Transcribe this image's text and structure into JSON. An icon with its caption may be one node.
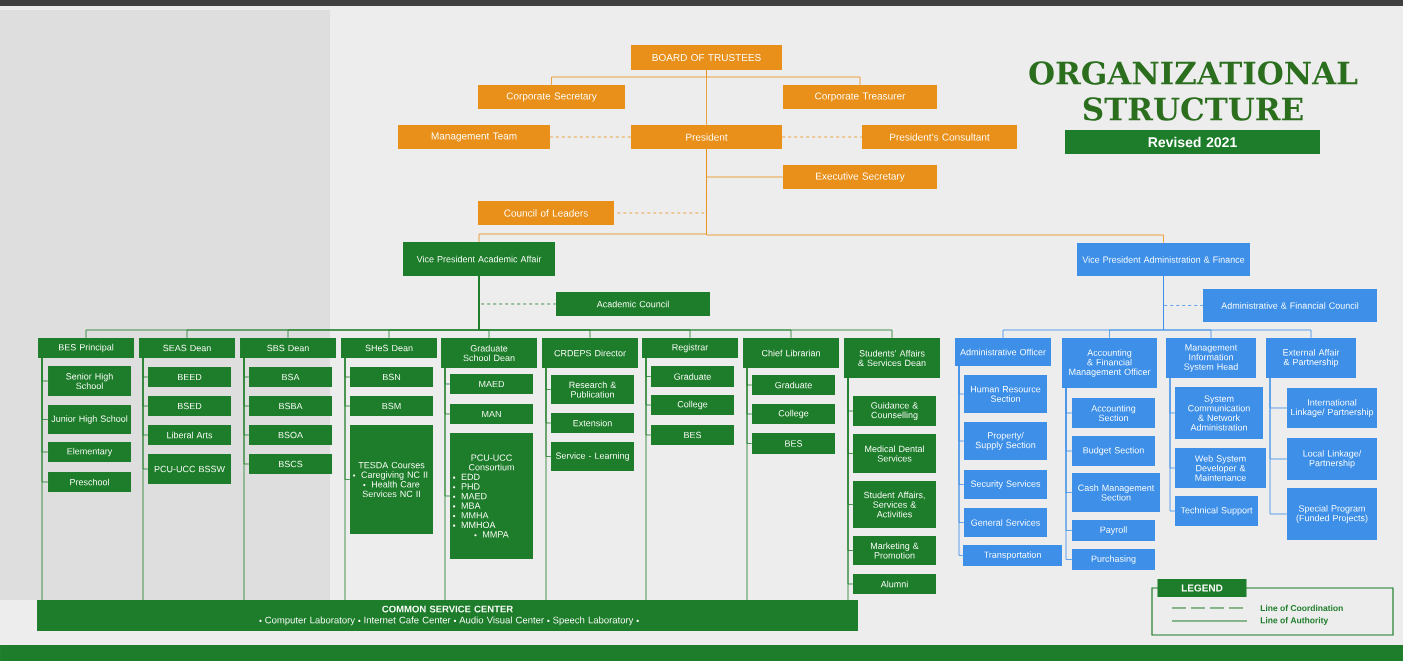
{
  "diagram": {
    "title": "ORGANIZATIONAL STRUCTURE",
    "nodes": [
      {
        "text": [
          "BOARD OF TRUSTEES"
        ]
      },
      {
        "text": [
          "Corporate Secretary"
        ]
      },
      {
        "text": [
          "Corporate Treasurer"
        ]
      },
      {
        "text": [
          "Management Team"
        ]
      },
      {
        "text": [
          "President"
        ]
      },
      {
        "text": [
          "President’s Consultant"
        ]
      },
      {
        "text": [
          "Executive Secretary"
        ]
      },
      {
        "text": [
          "Council of Leaders"
        ]
      },
      {
        "text": [
          "Vice President Academic Affair"
        ]
      },
      {
        "text": [
          "Vice President Administration & Finance"
        ]
      },
      {
        "text": [
          "Academic Council"
        ]
      },
      {
        "text": [
          "BES Principal"
        ]
      },
      {
        "text": [
          "Senior High School"
        ]
      },
      {
        "text": [
          "Junior High School"
        ]
      },
      {
        "text": [
          "Elementary"
        ]
      },
      {
        "text": [
          "Preschool"
        ]
      },
      {
        "text": [
          "SEAS Dean"
        ]
      },
      {
        "text": [
          "BEED"
        ]
      },
      {
        "text": [
          "BSED"
        ]
      },
      {
        "text": [
          "Liberal Arts"
        ]
      },
      {
        "text": [
          "PCU-UCC BSSW"
        ]
      },
      {
        "text": [
          "SBS Dean"
        ]
      },
      {
        "text": [
          "BSA"
        ]
      },
      {
        "text": [
          "BSBA"
        ]
      },
      {
        "text": [
          "BSOA"
        ]
      },
      {
        "text": [
          "BSCS"
        ]
      },
      {
        "text": [
          "SHeS Dean"
        ]
      },
      {
        "text": [
          "BSN"
        ]
      },
      {
        "text": [
          "BSM"
        ]
      },
      {
        "text": [
          "TESDA Courses",
          "Caregiving NC II",
          "Health Care Services NC II"
        ]
      },
      {
        "text": [
          "Graduate School Dean"
        ]
      },
      {
        "text": [
          "MAED"
        ]
      },
      {
        "text": [
          "MAN"
        ]
      },
      {
        "text": [
          "PCU-UCC Consortium",
          "EDD",
          "PHD",
          "MAED",
          "MBA",
          "MMHA",
          "MMHOA",
          "MMPA"
        ]
      },
      {
        "text": [
          "CRDEPS Director"
        ]
      },
      {
        "text": [
          "Research & Publication"
        ]
      },
      {
        "text": [
          "Extension"
        ]
      },
      {
        "text": [
          "Service - Learning"
        ]
      },
      {
        "text": [
          "Registrar"
        ]
      },
      {
        "text": [
          "Graduate"
        ]
      },
      {
        "text": [
          "College"
        ]
      },
      {
        "text": [
          "BES"
        ]
      },
      {
        "text": [
          "Chief Librarian"
        ]
      },
      {
        "text": [
          "Graduate"
        ]
      },
      {
        "text": [
          "College"
        ]
      },
      {
        "text": [
          "BES"
        ]
      },
      {
        "text": [
          "Students’ Affairs & Services Dean"
        ]
      },
      {
        "text": [
          "Guidance & Counselling"
        ]
      },
      {
        "text": [
          "Medical Dental Services"
        ]
      },
      {
        "text": [
          "Student Affairs, Services & Activities"
        ]
      },
      {
        "text": [
          "Marketing & Promotion"
        ]
      },
      {
        "text": [
          "Alumni"
        ]
      },
      {
        "text": [
          "COMMON SERVICE CENTER",
          "Computer Laboratory",
          "Internet Cafe Center",
          "Audio Visual Center",
          "Speech Laboratory"
        ]
      },
      {
        "text": [
          "Administrative & Financial Council"
        ]
      },
      {
        "text": [
          "Administrative Officer"
        ]
      },
      {
        "text": [
          "Human Resource Section"
        ]
      },
      {
        "text": [
          "Property/ Supply Section"
        ]
      },
      {
        "text": [
          "Security Services"
        ]
      },
      {
        "text": [
          "General Services"
        ]
      },
      {
        "text": [
          "Transportation"
        ]
      },
      {
        "text": [
          "Accounting & Financial Management Officer"
        ]
      },
      {
        "text": [
          "Accounting Section"
        ]
      },
      {
        "text": [
          "Budget Section"
        ]
      },
      {
        "text": [
          "Cash Management Section"
        ]
      },
      {
        "text": [
          "Payroll"
        ]
      },
      {
        "text": [
          "Purchasing"
        ]
      },
      {
        "text": [
          "Management Information System Head"
        ]
      },
      {
        "text": [
          "System Communication & Network Administration"
        ]
      },
      {
        "text": [
          "Web System Developer & Maintenance"
        ]
      },
      {
        "text": [
          "Technical Support"
        ]
      },
      {
        "text": [
          "External Affair & Partnership"
        ]
      },
      {
        "text": [
          "International Linkage/ Partnership"
        ]
      },
      {
        "text": [
          "Local Linkage/ Partnership"
        ]
      },
      {
        "text": [
          "Special Program (Funded Projects)"
        ]
      },
      {
        "text": [
          "Revised 2021"
        ]
      }
    ],
    "edges": [
      {
        "from": 0,
        "to": 1,
        "arrow": "none",
        "color": "#e8901a"
      },
      {
        "from": 0,
        "to": 2,
        "arrow": "none",
        "color": "#e8901a"
      },
      {
        "from": 0,
        "to": 4,
        "arrow": "none",
        "color": "#e8901a"
      },
      {
        "from": 4,
        "to": 3,
        "arrow": "none",
        "style": "dashed",
        "color": "#e8901a"
      },
      {
        "from": 4,
        "to": 5,
        "arrow": "none",
        "style": "dashed",
        "color": "#e8901a"
      },
      {
        "from": 4,
        "to": 6,
        "arrow": "none",
        "color": "#e8901a"
      },
      {
        "from": 4,
        "to": 7,
        "arrow": "none",
        "style": "dashed",
        "color": "#e8901a"
      },
      {
        "from": 4,
        "to": 8,
        "arrow": "none",
        "color": "#e8901a"
      },
      {
        "from": 4,
        "to": 9,
        "arrow": "none",
        "color": "#e8901a"
      },
      {
        "from": 8,
        "to": 10,
        "arrow": "none",
        "style": "dashed"
      },
      {
        "from": 8,
        "to": 11,
        "arrow": "none"
      },
      {
        "from": 8,
        "to": 16,
        "arrow": "none"
      },
      {
        "from": 8,
        "to": 21,
        "arrow": "none"
      },
      {
        "from": 8,
        "to": 26,
        "arrow": "none"
      },
      {
        "from": 8,
        "to": 30,
        "arrow": "none"
      },
      {
        "from": 8,
        "to": 34,
        "arrow": "none"
      },
      {
        "from": 8,
        "to": 38,
        "arrow": "none"
      },
      {
        "from": 8,
        "to": 42,
        "arrow": "none"
      },
      {
        "from": 8,
        "to": 46,
        "arrow": "none"
      },
      {
        "from": 11,
        "to": 12,
        "arrow": "none"
      },
      {
        "from": 11,
        "to": 13,
        "arrow": "none"
      },
      {
        "from": 11,
        "to": 14,
        "arrow": "none"
      },
      {
        "from": 11,
        "to": 15,
        "arrow": "none"
      },
      {
        "from": 16,
        "to": 17,
        "arrow": "none"
      },
      {
        "from": 16,
        "to": 18,
        "arrow": "none"
      },
      {
        "from": 16,
        "to": 19,
        "arrow": "none"
      },
      {
        "from": 16,
        "to": 20,
        "arrow": "none"
      },
      {
        "from": 21,
        "to": 22,
        "arrow": "none"
      },
      {
        "from": 21,
        "to": 23,
        "arrow": "none"
      },
      {
        "from": 21,
        "to": 24,
        "arrow": "none"
      },
      {
        "from": 21,
        "to": 25,
        "arrow": "none"
      },
      {
        "from": 26,
        "to": 27,
        "arrow": "none"
      },
      {
        "from": 26,
        "to": 28,
        "arrow": "none"
      },
      {
        "from": 26,
        "to": 29,
        "arrow": "none"
      },
      {
        "from": 30,
        "to": 31,
        "arrow": "none"
      },
      {
        "from": 30,
        "to": 32,
        "arrow": "none"
      },
      {
        "from": 30,
        "to": 33,
        "arrow": "none"
      },
      {
        "from": 34,
        "to": 35,
        "arrow": "none"
      },
      {
        "from": 34,
        "to": 36,
        "arrow": "none"
      },
      {
        "from": 34,
        "to": 37,
        "arrow": "none"
      },
      {
        "from": 38,
        "to": 39,
        "arrow": "none"
      },
      {
        "from": 38,
        "to": 40,
        "arrow": "none"
      },
      {
        "from": 38,
        "to": 41,
        "arrow": "none"
      },
      {
        "from": 42,
        "to": 43,
        "arrow": "none"
      },
      {
        "from": 42,
        "to": 44,
        "arrow": "none"
      },
      {
        "from": 42,
        "to": 45,
        "arrow": "none"
      },
      {
        "from": 46,
        "to": 47,
        "arrow": "none"
      },
      {
        "from": 46,
        "to": 48,
        "arrow": "none"
      },
      {
        "from": 46,
        "to": 49,
        "arrow": "none"
      },
      {
        "from": 46,
        "to": 50,
        "arrow": "none"
      },
      {
        "from": 46,
        "to": 51,
        "arrow": "none"
      },
      {
        "from": 11,
        "to": 52,
        "arrow": "none"
      },
      {
        "from": 16,
        "to": 52,
        "arrow": "none"
      },
      {
        "from": 21,
        "to": 52,
        "arrow": "none"
      },
      {
        "from": 26,
        "to": 52,
        "arrow": "none"
      },
      {
        "from": 30,
        "to": 52,
        "arrow": "none"
      },
      {
        "from": 34,
        "to": 52,
        "arrow": "none"
      },
      {
        "from": 38,
        "to": 52,
        "arrow": "none"
      },
      {
        "from": 42,
        "to": 52,
        "arrow": "none"
      },
      {
        "from": 46,
        "to": 52,
        "arrow": "none"
      },
      {
        "from": 9,
        "to": 53,
        "arrow": "none",
        "style": "dashed",
        "color": "#3d8fe8"
      },
      {
        "from": 9,
        "to": 54,
        "arrow": "none",
        "color": "#3d8fe8"
      },
      {
        "from": 9,
        "to": 60,
        "arrow": "none",
        "color": "#3d8fe8"
      },
      {
        "from": 9,
        "to": 66,
        "arrow": "none",
        "color": "#3d8fe8"
      },
      {
        "from": 9,
        "to": 70,
        "arrow": "none",
        "color": "#3d8fe8"
      },
      {
        "from": 54,
        "to": 55,
        "arrow": "none",
        "color": "#3d8fe8"
      },
      {
        "from": 54,
        "to": 56,
        "arrow": "none",
        "color": "#3d8fe8"
      },
      {
        "from": 54,
        "to": 57,
        "arrow": "none",
        "color": "#3d8fe8"
      },
      {
        "from": 54,
        "to": 58,
        "arrow": "none",
        "color": "#3d8fe8"
      },
      {
        "from": 54,
        "to": 59,
        "arrow": "none",
        "color": "#3d8fe8"
      },
      {
        "from": 60,
        "to": 61,
        "arrow": "none",
        "color": "#3d8fe8"
      },
      {
        "from": 60,
        "to": 62,
        "arrow": "none",
        "color": "#3d8fe8"
      },
      {
        "from": 60,
        "to": 63,
        "arrow": "none",
        "color": "#3d8fe8"
      },
      {
        "from": 60,
        "to": 64,
        "arrow": "none",
        "color": "#3d8fe8"
      },
      {
        "from": 60,
        "to": 65,
        "arrow": "none",
        "color": "#3d8fe8"
      },
      {
        "from": 66,
        "to": 67,
        "arrow": "none",
        "color": "#3d8fe8"
      },
      {
        "from": 66,
        "to": 68,
        "arrow": "none",
        "color": "#3d8fe8"
      },
      {
        "from": 66,
        "to": 69,
        "arrow": "none",
        "color": "#3d8fe8"
      },
      {
        "from": 70,
        "to": 71,
        "arrow": "none",
        "color": "#3d8fe8"
      },
      {
        "from": 70,
        "to": 72,
        "arrow": "none",
        "color": "#3d8fe8"
      },
      {
        "from": 70,
        "to": 73,
        "arrow": "none",
        "color": "#3d8fe8"
      }
    ],
    "labels": [
      "LEGEND"
    ],
    "legend": [
      {
        "text": "Line of Coordination"
      },
      {
        "text": "Line of Authority"
      }
    ]
  }
}
